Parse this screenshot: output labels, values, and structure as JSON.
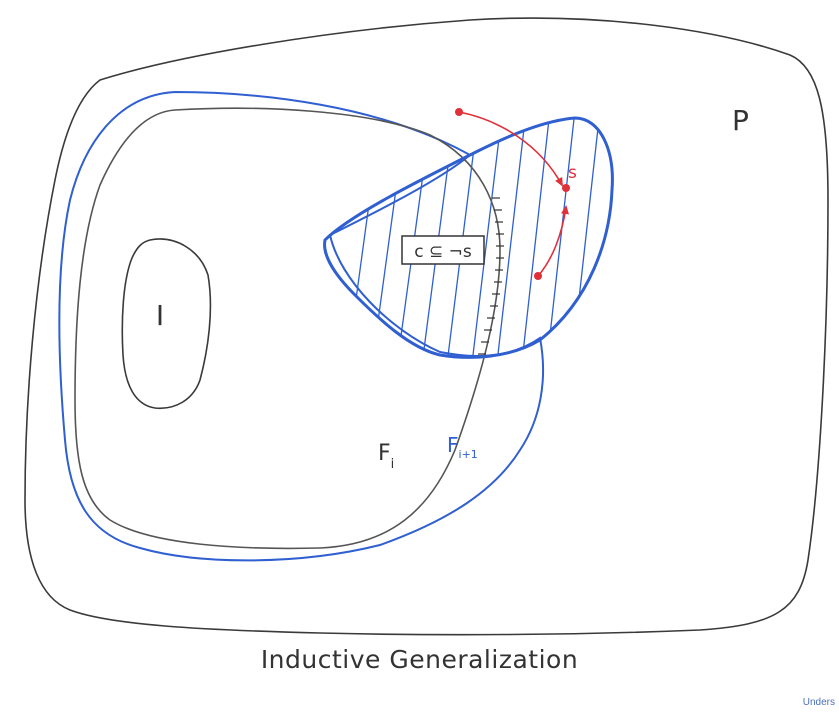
{
  "caption": "Inductive Generalization",
  "corner_note": "Unders",
  "labels": {
    "property": "P",
    "initial": "I",
    "frame_i": "F",
    "frame_i_sub": "i",
    "frame_next": "F",
    "frame_next_sub": "i+1",
    "state": "s",
    "clause": "c ⊆ ¬s"
  },
  "colors": {
    "ink": "#3a3a3a",
    "blue": "#2f5fd0",
    "red": "#e0303a",
    "link": "#4a70c0"
  }
}
